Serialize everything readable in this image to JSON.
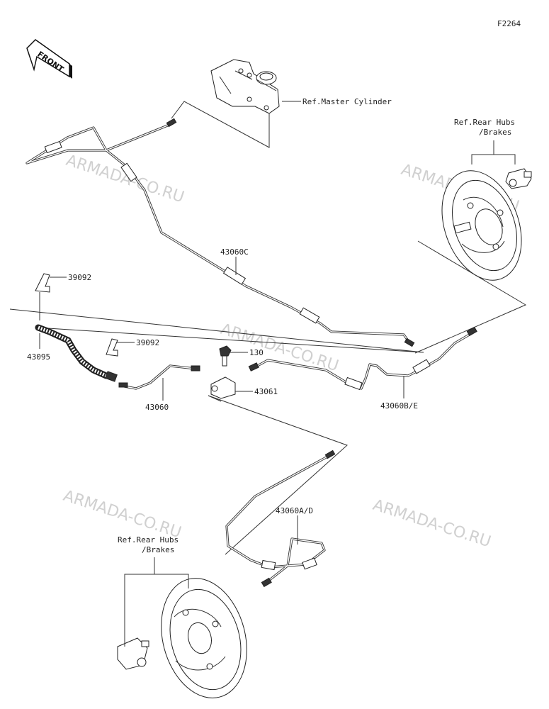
{
  "diagram": {
    "figure_code": "F2264",
    "front_label": "FRONT",
    "watermark": "ARMADA-CO.RU",
    "refs": {
      "master_cylinder": "Ref.Master Cylinder",
      "rear_hubs_top_line1": "Ref.Rear Hubs",
      "rear_hubs_top_line2": "/Brakes",
      "rear_hubs_bottom_line1": "Ref.Rear Hubs",
      "rear_hubs_bottom_line2": "/Brakes"
    },
    "parts": {
      "p43060C": "43060C",
      "p39092_top": "39092",
      "p43095": "43095",
      "p39092_mid": "39092",
      "p130": "130",
      "p43061": "43061",
      "p43060": "43060",
      "p43060BE": "43060B/E",
      "p43060AD": "43060A/D"
    }
  }
}
